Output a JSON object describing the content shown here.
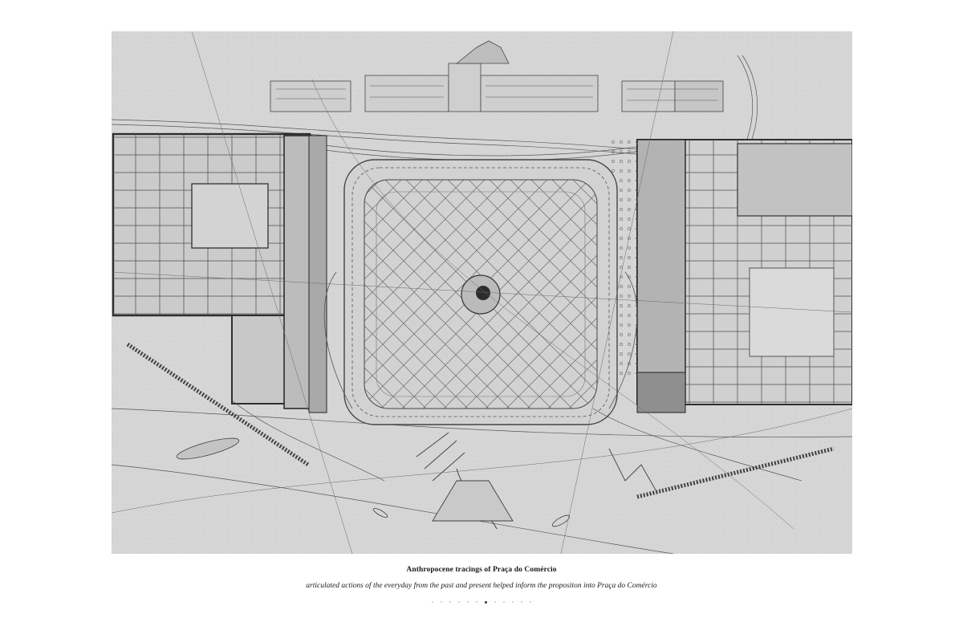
{
  "caption": {
    "title": "Anthropocene tracings of Praça do Comércio",
    "subtitle": "articulated actions of the everyday from the past and present helped inform the propositon into Praça do Comércio"
  },
  "pager": {
    "count": 12,
    "active_index": 6
  },
  "colors": {
    "paper": "#d9d9d9",
    "ink": "#3a3a3a",
    "page_background": "#ffffff"
  }
}
